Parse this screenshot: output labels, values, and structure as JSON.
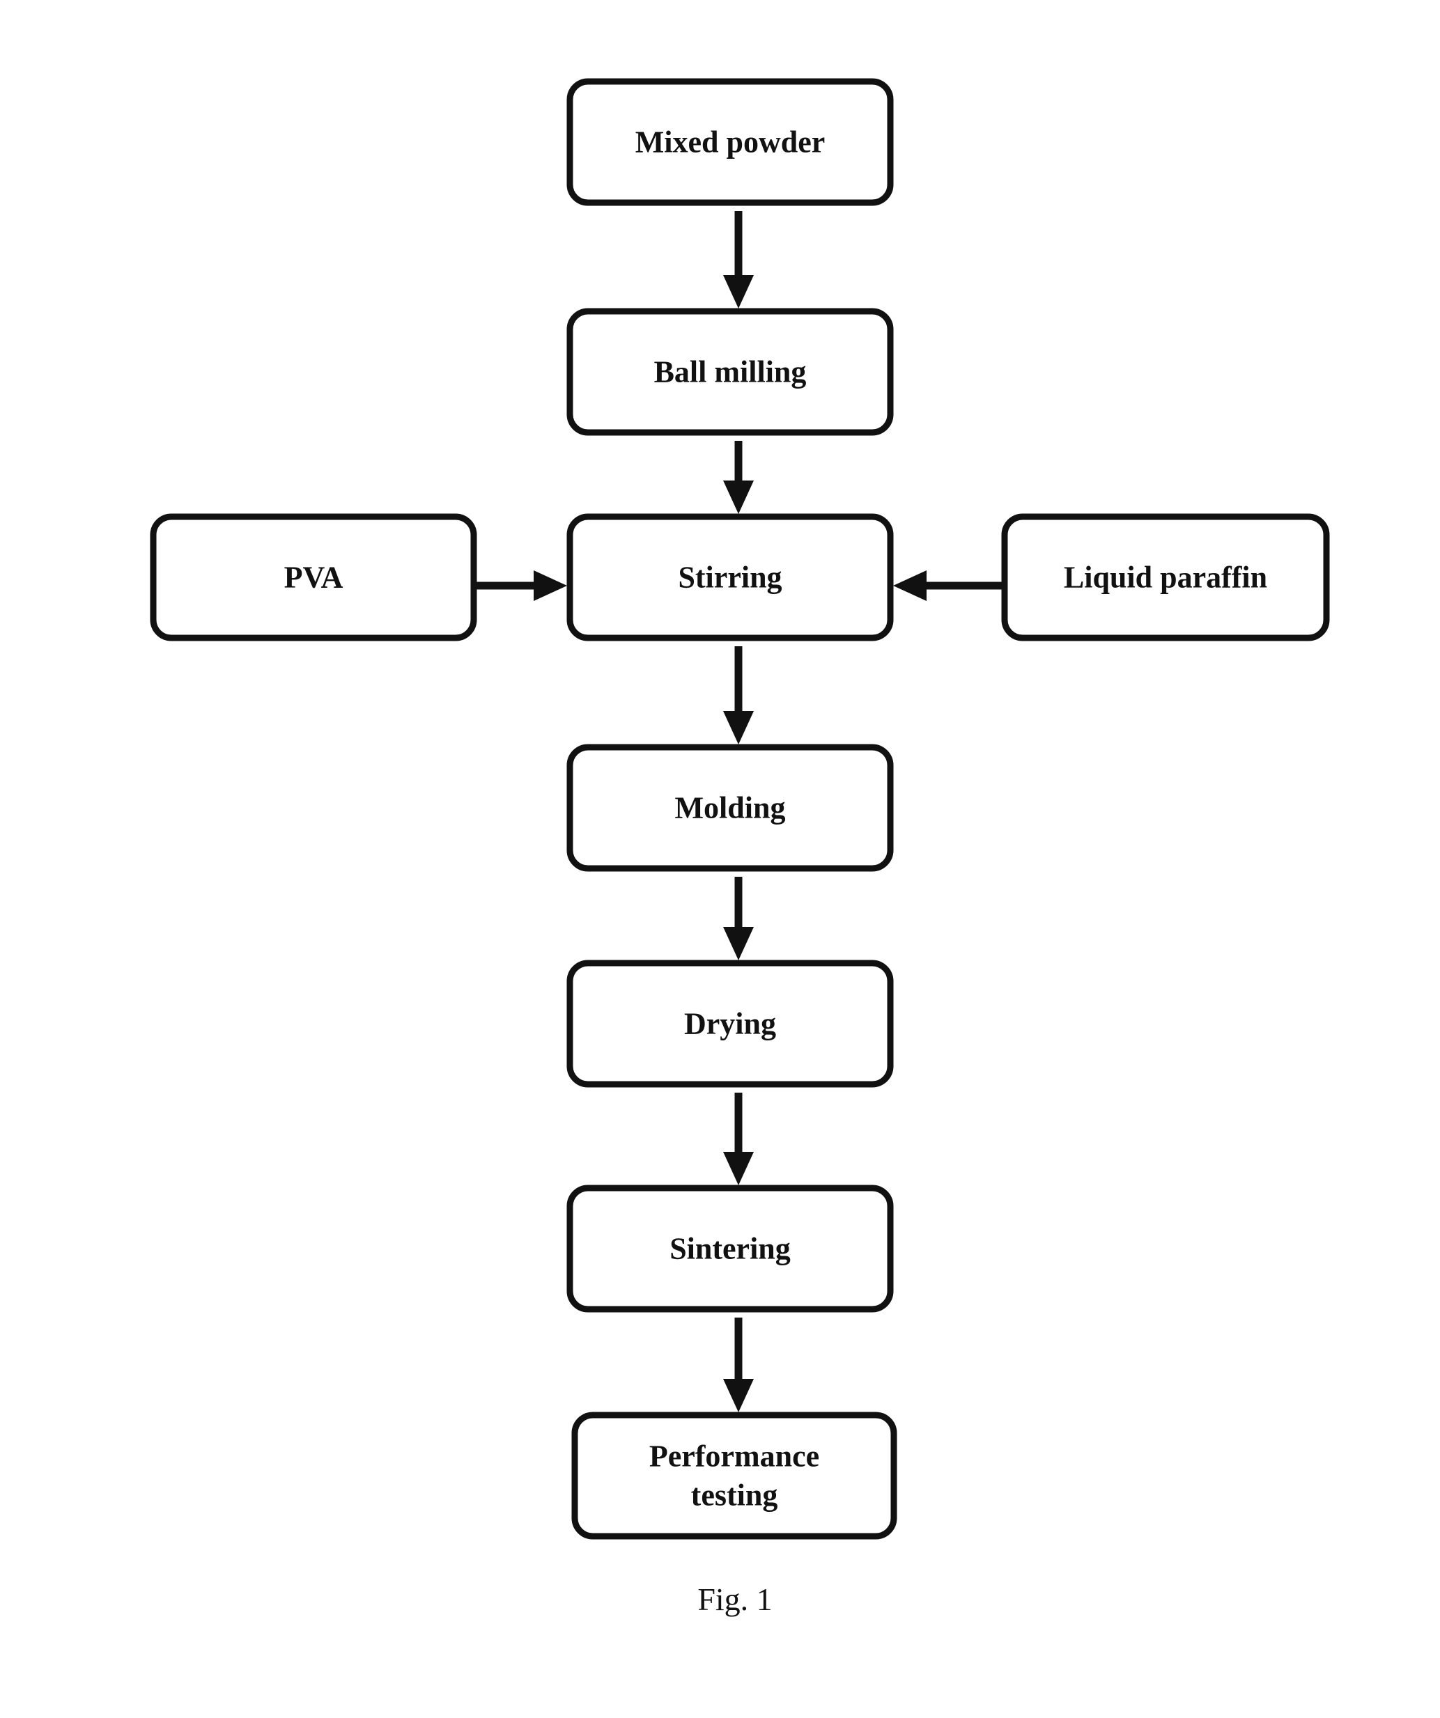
{
  "diagram": {
    "nodes": [
      {
        "id": "mixed_powder",
        "lines": [
          "Mixed powder"
        ]
      },
      {
        "id": "ball_milling",
        "lines": [
          "Ball milling"
        ]
      },
      {
        "id": "pva",
        "lines": [
          "PVA"
        ]
      },
      {
        "id": "stirring",
        "lines": [
          "Stirring"
        ]
      },
      {
        "id": "liquid_paraffin",
        "lines": [
          "Liquid paraffin"
        ]
      },
      {
        "id": "molding",
        "lines": [
          "Molding"
        ]
      },
      {
        "id": "drying",
        "lines": [
          "Drying"
        ]
      },
      {
        "id": "sintering",
        "lines": [
          "Sintering"
        ]
      },
      {
        "id": "performance_testing",
        "lines": [
          "Performance",
          "testing"
        ]
      }
    ],
    "edges": [
      {
        "from": "mixed_powder",
        "to": "ball_milling"
      },
      {
        "from": "ball_milling",
        "to": "stirring"
      },
      {
        "from": "pva",
        "to": "stirring"
      },
      {
        "from": "liquid_paraffin",
        "to": "stirring"
      },
      {
        "from": "stirring",
        "to": "molding"
      },
      {
        "from": "molding",
        "to": "drying"
      },
      {
        "from": "drying",
        "to": "sintering"
      },
      {
        "from": "sintering",
        "to": "performance_testing"
      }
    ]
  },
  "caption": "Fig. 1"
}
